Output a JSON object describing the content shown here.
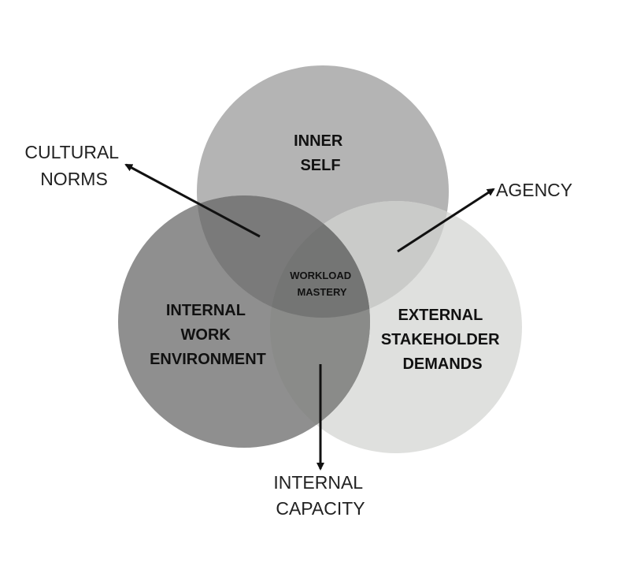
{
  "circles": {
    "inner_self": {
      "lines": [
        "INNER",
        "SELF"
      ],
      "fill": "#b4b4b4"
    },
    "internal_work_environment": {
      "lines": [
        "INTERNAL",
        "WORK",
        "ENVIRONMENT"
      ],
      "fill": "#8f8f8f"
    },
    "external_stakeholder_demands": {
      "lines": [
        "EXTERNAL",
        "STAKEHOLDER",
        "DEMANDS"
      ],
      "fill": "#dfe0de"
    }
  },
  "center": {
    "lines": [
      "WORKLOAD",
      "MASTERY"
    ]
  },
  "callouts": {
    "cultural_norms": {
      "lines": [
        "CULTURAL",
        "NORMS"
      ]
    },
    "agency": {
      "lines": [
        "AGENCY"
      ]
    },
    "internal_capacity": {
      "lines": [
        "INTERNAL",
        "CAPACITY"
      ]
    }
  },
  "overlap_colors": {
    "self_work": "#7a7a7a",
    "self_external": "#cacbc9",
    "work_external": "#8a8b89",
    "all_three": "#747574"
  },
  "arrow_color": "#111111"
}
